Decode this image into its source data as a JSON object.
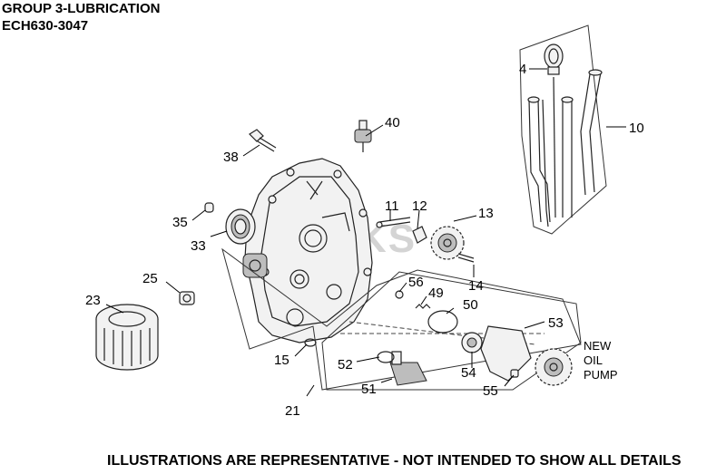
{
  "header": {
    "title": "GROUP 3-LUBRICATION",
    "model": "ECH630-3047"
  },
  "footer": {
    "text": "ILLUSTRATIONS ARE REPRESENTATIVE - NOT INTENDED TO SHOW ALL DETAILS"
  },
  "watermark": {
    "text": "JACKS",
    "logo_lettering": "JACKS"
  },
  "callouts": {
    "c4": "4",
    "c10": "10",
    "c11": "11",
    "c12": "12",
    "c13": "13",
    "c14": "14",
    "c15": "15",
    "c21": "21",
    "c23": "23",
    "c25": "25",
    "c33": "33",
    "c35": "35",
    "c38": "38",
    "c40": "40",
    "c49": "49",
    "c50": "50",
    "c51": "51",
    "c52": "52",
    "c53": "53",
    "c54": "54",
    "c55": "55",
    "c56": "56"
  },
  "note": {
    "line1": "NEW",
    "line2": "OIL",
    "line3": "PUMP"
  }
}
